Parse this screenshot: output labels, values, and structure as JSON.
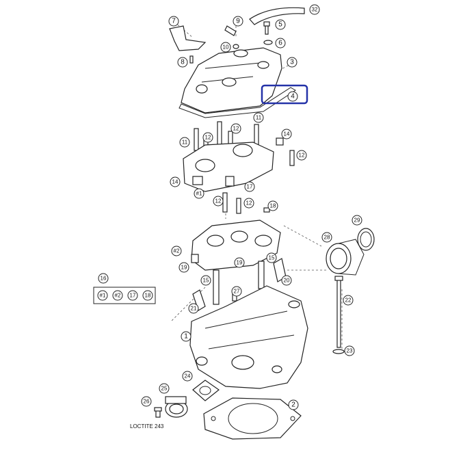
{
  "callouts": {
    "c1": "1",
    "c2": "2",
    "c3": "3",
    "c4": "4",
    "c5": "5",
    "c6": "6",
    "c7": "7",
    "c8": "8",
    "c9": "9",
    "c10": "10",
    "c11a": "11",
    "c11b": "11",
    "c12a": "12",
    "c12b": "12",
    "c12c": "12",
    "c12d": "12",
    "c12e": "12",
    "c14a": "14",
    "c14b": "14",
    "c15a": "15",
    "c15b": "15",
    "c16": "16",
    "c17": "17",
    "c18": "18",
    "c19a": "19",
    "c19b": "19",
    "c20": "20",
    "c21": "21",
    "c22": "22",
    "c23": "23",
    "c24": "24",
    "c25": "25",
    "c26": "26",
    "c27": "27",
    "c28": "28",
    "c29": "29",
    "c32": "32",
    "h1": "#1",
    "h2": "#2"
  },
  "kit": {
    "items": [
      "#1",
      "#2",
      "17",
      "18"
    ]
  },
  "loctite_label": "LOCTITE 243",
  "highlight": {
    "target": "4",
    "color": "#2432a8"
  }
}
